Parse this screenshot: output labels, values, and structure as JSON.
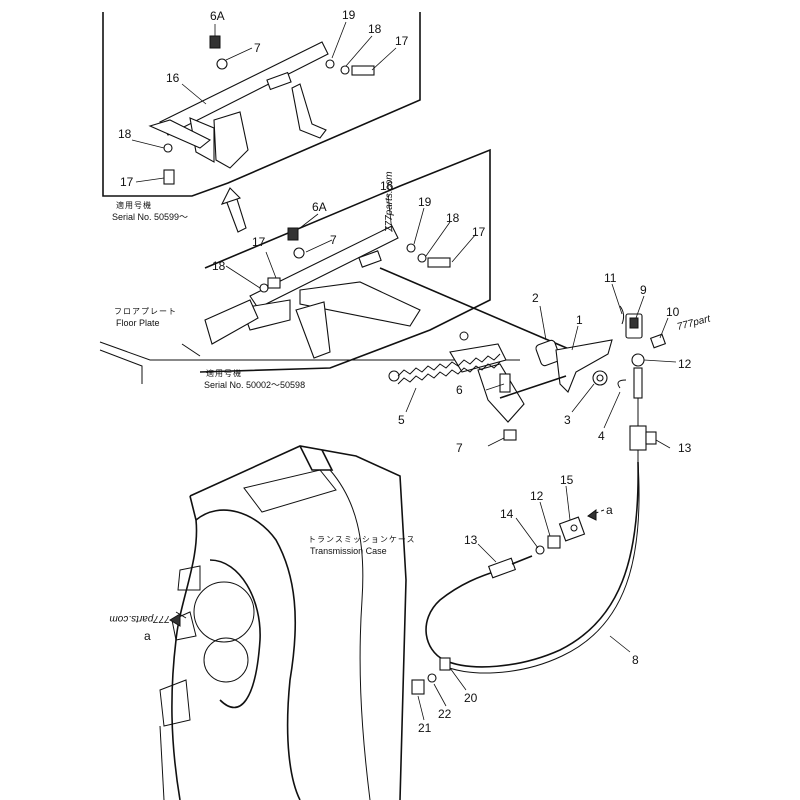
{
  "callouts": {
    "c6a_top": "6A",
    "c7_top": "7",
    "c19_top": "19",
    "c18_top": "18",
    "c17_top": "17",
    "c16_top": "16",
    "c18_topleft": "18",
    "c17_topleft": "17",
    "c16_mid": "16",
    "c6a_mid": "6A",
    "c19_mid": "19",
    "c18_mid": "18",
    "c17_mid": "17",
    "c17_midleft": "17",
    "c7_mid": "7",
    "c18_midleft": "18",
    "c11": "11",
    "c9": "9",
    "c10": "10",
    "c12_right": "12",
    "c2": "2",
    "c1": "1",
    "c6": "6",
    "c3": "3",
    "c4": "4",
    "c5": "5",
    "c7_bottom": "7",
    "c13_right": "13",
    "c15": "15",
    "c12_lower": "12",
    "c14": "14",
    "c13_lower": "13",
    "c8": "8",
    "c20": "20",
    "c21": "21",
    "c22": "22",
    "a_right": "a",
    "a_left": "a"
  },
  "labels": {
    "serial_top_jp": "適用号機",
    "serial_top": "Serial No. 50599～",
    "serial_mid_jp": "適用号機",
    "serial_mid": "Serial No. 50002～50598",
    "floor_plate_jp": "フロアプレート",
    "floor_plate": "Floor Plate",
    "transmission_jp": "トランスミッションケース",
    "transmission": "Transmission Case"
  },
  "watermarks": {
    "wm_vertical": "777parts.com",
    "wm_right": "777part",
    "wm_left": "777parts.com"
  }
}
